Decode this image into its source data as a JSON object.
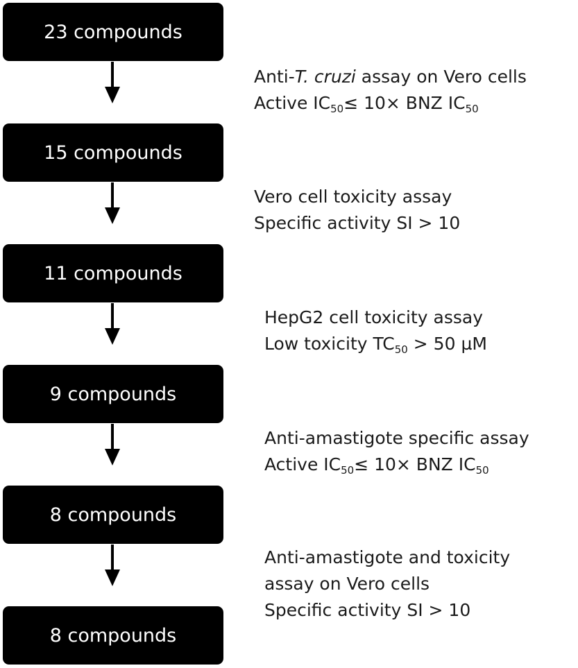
{
  "boxes": [
    {
      "label": "23 compounds"
    },
    {
      "label": "15 compounds"
    },
    {
      "label": "11 compounds"
    },
    {
      "label": "9 compounds"
    },
    {
      "label": "8 compounds"
    },
    {
      "label": "8 compounds"
    }
  ],
  "steps": [
    {
      "assay_prefix": "Anti-",
      "assay_italic": "T. cruzi",
      "assay_suffix": " assay on Vero cells",
      "criterion_lead": "Active IC",
      "criterion_sub": "50",
      "criterion_mid": "≤ 10× BNZ IC",
      "criterion_sub2": "50"
    },
    {
      "assay": "Vero cell toxicity assay",
      "criterion": "Specific activity SI > 10"
    },
    {
      "assay": "HepG2 cell toxicity assay",
      "criterion_lead": "Low toxicity TC",
      "criterion_sub": "50",
      "criterion_tail": " > 50 µM"
    },
    {
      "assay": "Anti-amastigote specific assay",
      "criterion_lead": "Active IC",
      "criterion_sub": "50",
      "criterion_mid": "≤ 10× BNZ IC",
      "criterion_sub2": "50"
    },
    {
      "assay_line1": "Anti-amastigote and toxicity",
      "assay_line2": "assay on Vero cells",
      "criterion": "Specific activity SI > 10"
    }
  ]
}
